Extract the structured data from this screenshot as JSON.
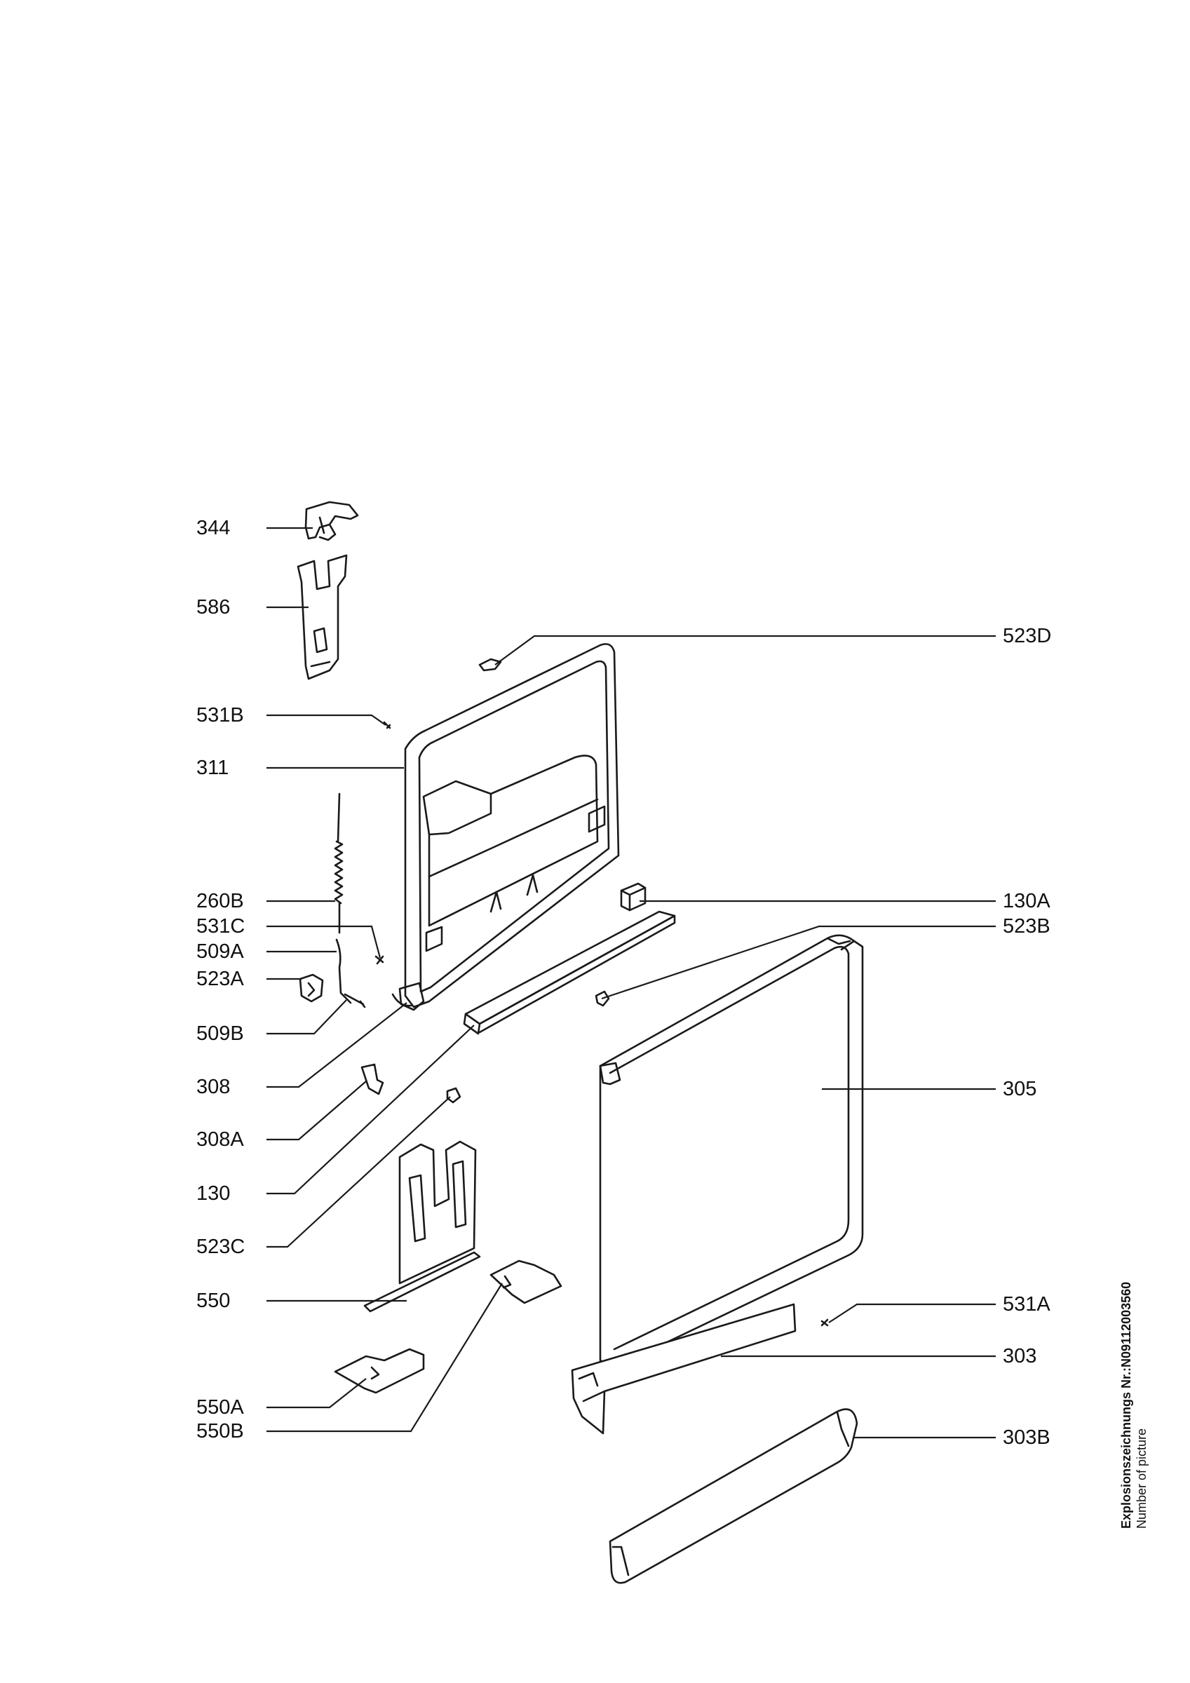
{
  "parts_left": [
    "344",
    "586",
    "531B",
    "311",
    "260B",
    "531C",
    "509A",
    "523A",
    "509B",
    "308",
    "308A",
    "130",
    "523C",
    "550",
    "550A",
    "550B"
  ],
  "parts_right": [
    "523D",
    "130A",
    "523B",
    "305",
    "531A",
    "303",
    "303B"
  ],
  "footer": {
    "title": "Explosionszeichnungs Nr.:N09112003560",
    "subtitle": "Number of picture"
  },
  "colors": {
    "ink": "#1a1a1a",
    "background": "#ffffff"
  }
}
